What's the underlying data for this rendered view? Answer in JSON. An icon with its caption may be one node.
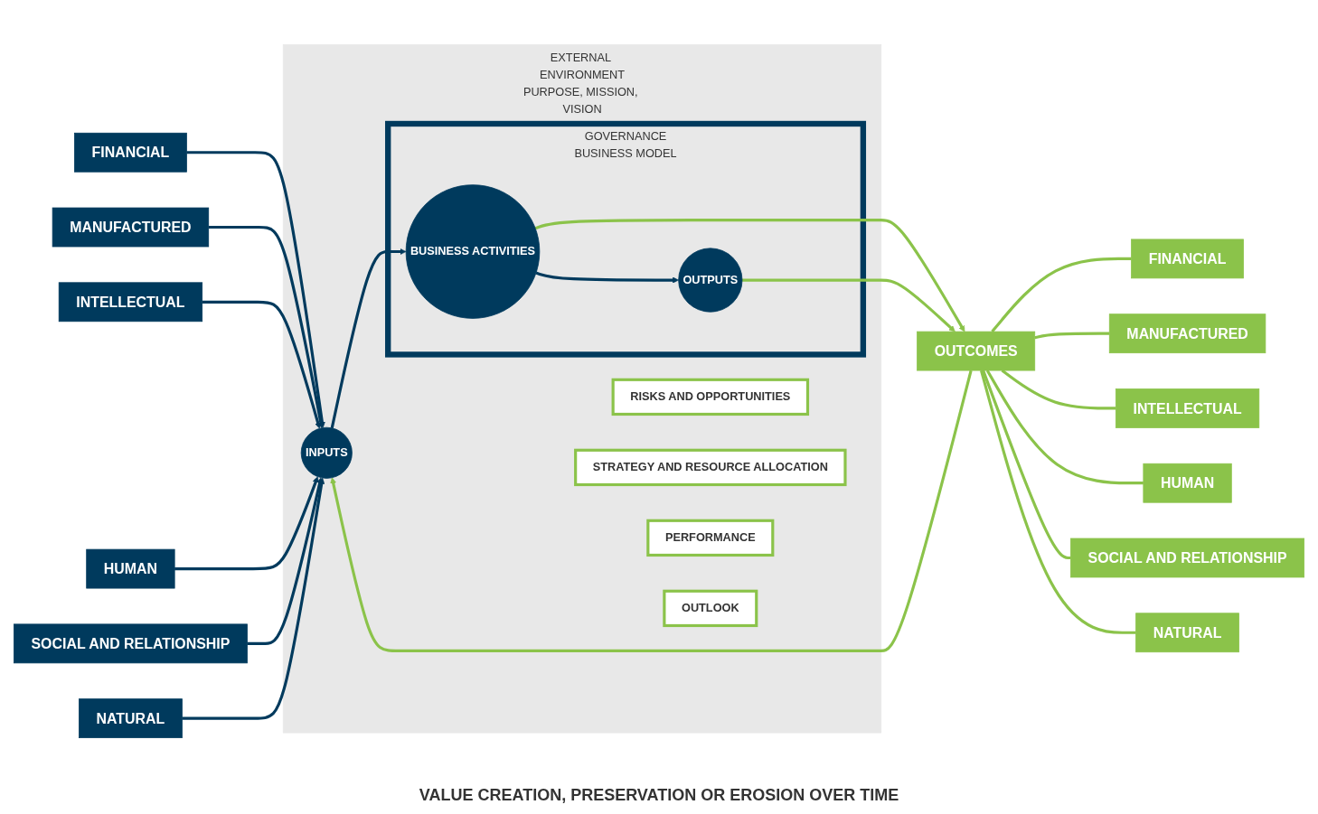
{
  "diagram": {
    "nodes": [
      {
        "text": [
          "FINANCIAL"
        ]
      },
      {
        "text": [
          "MANUFACTURED"
        ]
      },
      {
        "text": [
          "INTELLECTUAL"
        ]
      },
      {
        "text": [
          "HUMAN"
        ]
      },
      {
        "text": [
          "SOCIAL AND RELATIONSHIP"
        ]
      },
      {
        "text": [
          "NATURAL"
        ]
      },
      {
        "text": [
          "EXTERNAL ENVIRONMENT",
          "PURPOSE, MISSION, VISION"
        ]
      },
      {
        "text": [
          "GOVERNANCE",
          "BUSINESS MODEL"
        ],
        "in": 6
      },
      {
        "text": [
          "RISKS AND OPPORTUNITIES"
        ],
        "in": 6
      },
      {
        "text": [
          "STRATEGY AND RESOURCE ALLOCATION"
        ],
        "in": 6
      },
      {
        "text": [
          "INPUTS"
        ],
        "in": 6
      },
      {
        "text": [
          "BUSINESS ACTIVITIES"
        ],
        "in": 7
      },
      {
        "text": [
          "OUTPUTS"
        ],
        "in": 7
      },
      {
        "text": [
          "OUTCOMES"
        ]
      },
      {
        "text": [
          "PERFORMANCE"
        ],
        "in": 6
      },
      {
        "text": [
          "OUTLOOK"
        ],
        "in": 6
      },
      {
        "text": [
          "FINANCIAL"
        ]
      },
      {
        "text": [
          "MANUFACTURED"
        ]
      },
      {
        "text": [
          "INTELLECTUAL"
        ]
      },
      {
        "text": [
          "HUMAN"
        ]
      },
      {
        "text": [
          "SOCIAL AND RELATIONSHIP"
        ]
      },
      {
        "text": [
          "NATURAL"
        ]
      }
    ],
    "edges": [
      {
        "from": 0,
        "to": 10,
        "arrow": "to",
        "color": "#003a5d"
      },
      {
        "from": 1,
        "to": 10,
        "arrow": "to",
        "color": "#003a5d"
      },
      {
        "from": 2,
        "to": 10,
        "arrow": "to",
        "color": "#003a5d"
      },
      {
        "from": 3,
        "to": 10,
        "arrow": "to",
        "color": "#003a5d"
      },
      {
        "from": 4,
        "to": 10,
        "arrow": "to",
        "color": "#003a5d"
      },
      {
        "from": 5,
        "to": 10,
        "arrow": "to",
        "color": "#003a5d"
      },
      {
        "from": 10,
        "to": 11,
        "arrow": "to",
        "color": "#003a5d"
      },
      {
        "from": 11,
        "to": 12,
        "arrow": "to",
        "color": "#003a5d"
      },
      {
        "from": 11,
        "to": 13,
        "arrow": "to"
      },
      {
        "from": 12,
        "to": 13,
        "arrow": "to"
      },
      {
        "from": 13,
        "to": 16,
        "arrow": "none"
      },
      {
        "from": 13,
        "to": 17,
        "arrow": "none"
      },
      {
        "from": 13,
        "to": 18,
        "arrow": "none"
      },
      {
        "from": 13,
        "to": 19,
        "arrow": "none"
      },
      {
        "from": 13,
        "to": 20,
        "arrow": "none"
      },
      {
        "from": 13,
        "to": 21,
        "arrow": "none"
      },
      {
        "from": 13,
        "to": 10,
        "arrow": "to"
      }
    ],
    "labels": [
      "VALUE CREATION, PRESERVATION OR EROSION OVER TIME"
    ]
  }
}
